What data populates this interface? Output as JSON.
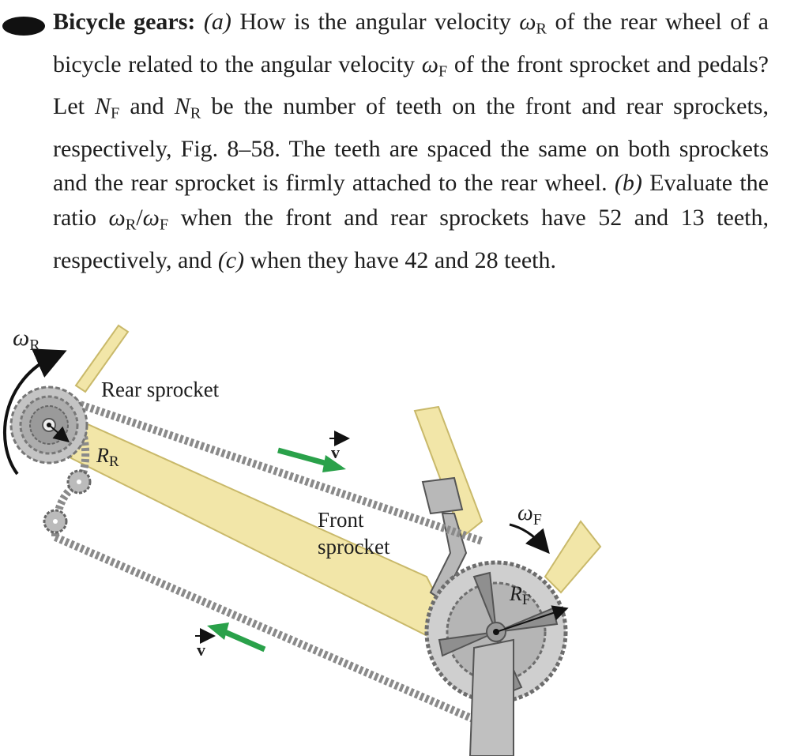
{
  "problem": {
    "title": "Bicycle gears",
    "colon": ":",
    "part_a_marker": "(a)",
    "text_1": " How is the angular velocity ",
    "omega_r_sym": "ω",
    "omega_r_sub": "R",
    "text_2": " of the rear wheel of a bicycle related to the angular velocity ",
    "omega_f_sym": "ω",
    "omega_f_sub": "F",
    "text_3": " of the front sprocket and pedals? Let ",
    "nf_sym": "N",
    "nf_sub": "F",
    "text_4": " and ",
    "nr_sym": "N",
    "nr_sub": "R",
    "text_5": " be the number of teeth on the front and rear sprockets, respectively, Fig. 8–58. The teeth are spaced the same on both sprockets and the rear sprocket is firmly attached to the rear wheel. ",
    "part_b_marker": "(b)",
    "text_6": " Evaluate the ratio ",
    "ratio_num_sym": "ω",
    "ratio_num_sub": "R",
    "ratio_slash": "/",
    "ratio_den_sym": "ω",
    "ratio_den_sub": "F",
    "text_7": " when the front and rear sprockets have 52 and 13 teeth, respectively, and ",
    "part_c_marker": "(c)",
    "text_8": " when they have 42 and 28 teeth."
  },
  "diagram": {
    "omega_r_label": "ω",
    "omega_r_sub": "R",
    "rear_sprocket_label": "Rear sprocket",
    "r_r_label": "R",
    "r_r_sub": "R",
    "velocity_top_label": "v",
    "velocity_bottom_label": "v",
    "front_sprocket_label_line1": "Front",
    "front_sprocket_label_line2": "sprocket",
    "omega_f_label": "ω",
    "omega_f_sub": "F",
    "r_f_label": "R",
    "r_f_sub": "F",
    "colors": {
      "frame": "#f2e6a8",
      "frame_edge": "#c9b96a",
      "metal": "#b8b8b8",
      "metal_dark": "#7d7d7d",
      "chain": "#8a8a8a",
      "arrow_green": "#2aa14a"
    }
  }
}
